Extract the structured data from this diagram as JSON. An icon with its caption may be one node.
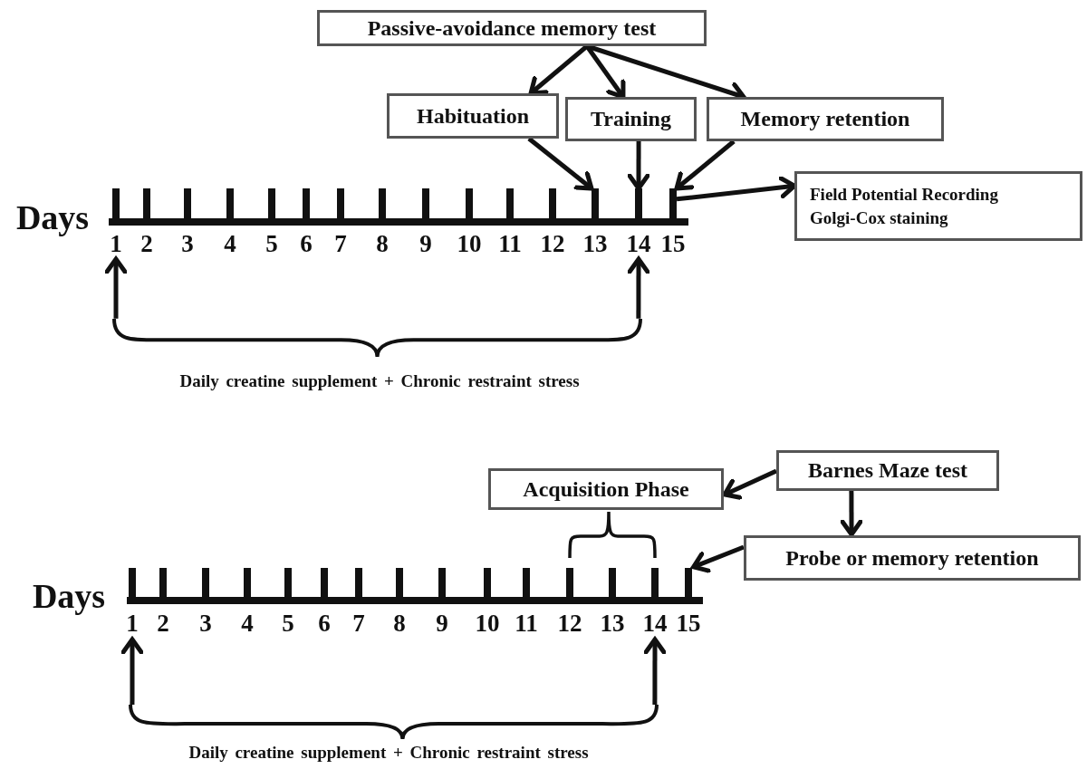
{
  "diagram": {
    "nodes": [
      {
        "text": [
          "Passive-avoidance memory test"
        ]
      },
      {
        "text": [
          "Habituation"
        ]
      },
      {
        "text": [
          "Training"
        ]
      },
      {
        "text": [
          "Memory retention"
        ]
      },
      {
        "text": [],
        "shape": "bar"
      },
      {
        "text": [],
        "shape": "bar"
      },
      {
        "text": [],
        "shape": "bar"
      },
      {
        "text": [
          "Field Potential Recording",
          "Golgi-Cox staining"
        ]
      },
      {
        "text": [
          "1"
        ]
      },
      {
        "text": [
          "14"
        ]
      },
      {
        "text": [
          "Barnes Maze test"
        ]
      },
      {
        "text": [
          "Acquisition Phase"
        ]
      },
      {
        "text": [
          "Probe or memory retention"
        ]
      },
      {
        "text": [],
        "shape": "bar"
      },
      {
        "text": [
          "1"
        ]
      },
      {
        "text": [
          "14"
        ]
      },
      {
        "text": [],
        "shape": "brace"
      },
      {
        "text": [],
        "shape": "brace"
      }
    ],
    "edges": [
      {
        "from": 0,
        "to": 1,
        "arrow": "to"
      },
      {
        "from": 0,
        "to": 2,
        "arrow": "to"
      },
      {
        "from": 0,
        "to": 3,
        "arrow": "to"
      },
      {
        "from": 1,
        "to": 4,
        "arrow": "to"
      },
      {
        "from": 2,
        "to": 5,
        "arrow": "to"
      },
      {
        "from": 3,
        "to": 6,
        "arrow": "to"
      },
      {
        "from": 6,
        "to": 7,
        "arrow": "to"
      },
      {
        "from": 16,
        "to": 8,
        "arrow": "to"
      },
      {
        "from": 16,
        "to": 9,
        "arrow": "to"
      },
      {
        "from": 10,
        "to": 11,
        "arrow": "to"
      },
      {
        "from": 10,
        "to": 12,
        "arrow": "to"
      },
      {
        "from": 12,
        "to": 13,
        "arrow": "to"
      },
      {
        "from": 17,
        "to": 14,
        "arrow": "to"
      },
      {
        "from": 17,
        "to": 15,
        "arrow": "to"
      }
    ],
    "labels": [
      "Days",
      "2",
      "3",
      "4",
      "5",
      "6",
      "7",
      "8",
      "9",
      "10",
      "11",
      "12",
      "13",
      "15",
      "Daily creatine supplement + Chronic restraint stress",
      "Days",
      "2",
      "3",
      "4",
      "5",
      "6",
      "7",
      "8",
      "9",
      "10",
      "11",
      "12",
      "13",
      "15",
      "Daily creatine supplement + Chronic restraint stress"
    ]
  }
}
